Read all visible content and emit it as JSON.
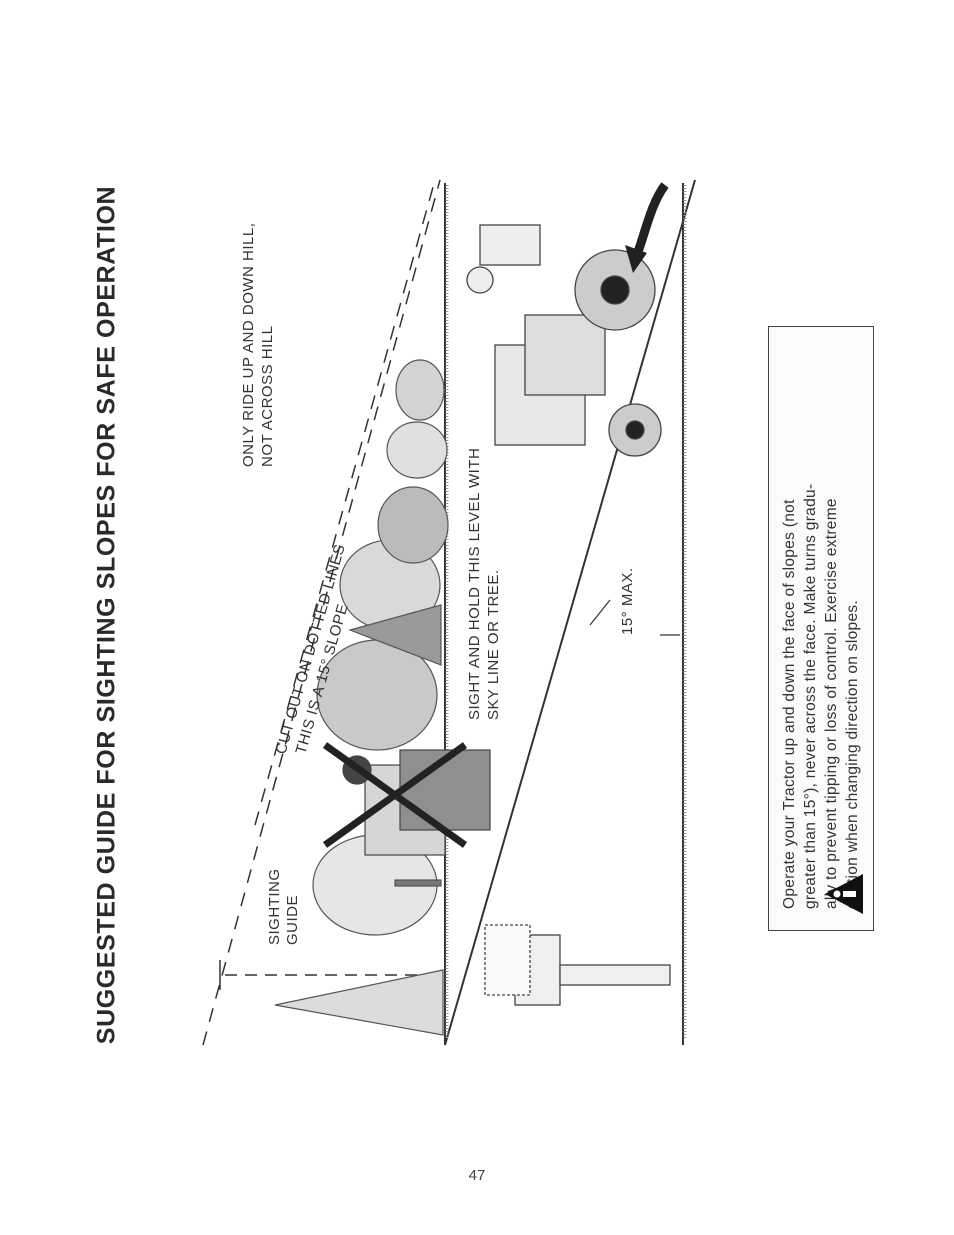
{
  "title": "SUGGESTED GUIDE FOR SIGHTING SLOPES FOR SAFE OPERATION",
  "labels": {
    "sighting_guide_line1": "SIGHTING",
    "sighting_guide_line2": "GUIDE",
    "cut_out_line1": "CUT OUT ON DOTTED LINES",
    "cut_out_line2": "THIS IS A 15° SLOPE",
    "ride_line1": "ONLY RIDE UP AND DOWN HILL,",
    "ride_line2": "NOT ACROSS HILL",
    "sight_line1": "SIGHT AND HOLD THIS LEVEL WITH",
    "sight_line2": "SKY LINE OR TREE.",
    "max_angle": "15° MAX."
  },
  "warning": {
    "icon": "warning-triangle-icon",
    "line1": "Operate your Tractor up and down the face of slopes (not",
    "line2": "greater than 15°), never across the face. Make turns gradu-",
    "line3": "ally to prevent tipping or loss of control. Exercise extreme",
    "line4": "caution when changing direction on slopes."
  },
  "page_number": "47"
}
